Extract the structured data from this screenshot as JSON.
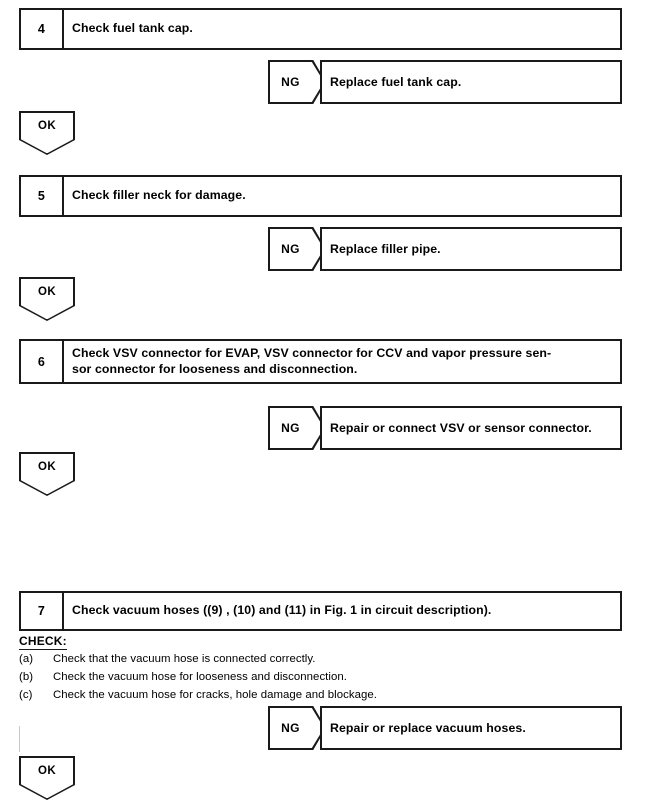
{
  "document": {
    "type": "diagnostic-flowchart",
    "background_color": "#ffffff",
    "line_color": "#1a1a1a"
  },
  "steps": [
    {
      "number": "4",
      "instruction": "Check fuel tank cap.",
      "ng_label": "NG",
      "ng_action": "Replace fuel tank cap.",
      "ok_label": "OK"
    },
    {
      "number": "5",
      "instruction": "Check filler neck for damage.",
      "ng_label": "NG",
      "ng_action": "Replace filler pipe.",
      "ok_label": "OK"
    },
    {
      "number": "6",
      "instruction": "Check VSV connector for EVAP, VSV connector for CCV and vapor pressure sen-sor connector for looseness and disconnection.",
      "instruction_line1": "Check VSV connector for EVAP, VSV connector for CCV and vapor pressure sen-",
      "instruction_line2": "sor connector for looseness and disconnection.",
      "ng_label": "NG",
      "ng_action": "Repair or connect VSV or sensor connector.",
      "ok_label": "OK"
    },
    {
      "number": "7",
      "instruction": "Check vacuum hoses ((9) , (10) and (11) in Fig. 1 in circuit description).",
      "ng_label": "NG",
      "ng_action": "Repair or replace vacuum hoses.",
      "ok_label": "OK",
      "check_note": {
        "title": "CHECK:",
        "items": [
          {
            "marker": "(a)",
            "text": "Check that the vacuum hose is connected correctly."
          },
          {
            "marker": "(b)",
            "text": "Check the vacuum hose for looseness and disconnection."
          },
          {
            "marker": "(c)",
            "text": "Check the vacuum hose for cracks, hole damage and blockage."
          }
        ]
      }
    }
  ]
}
